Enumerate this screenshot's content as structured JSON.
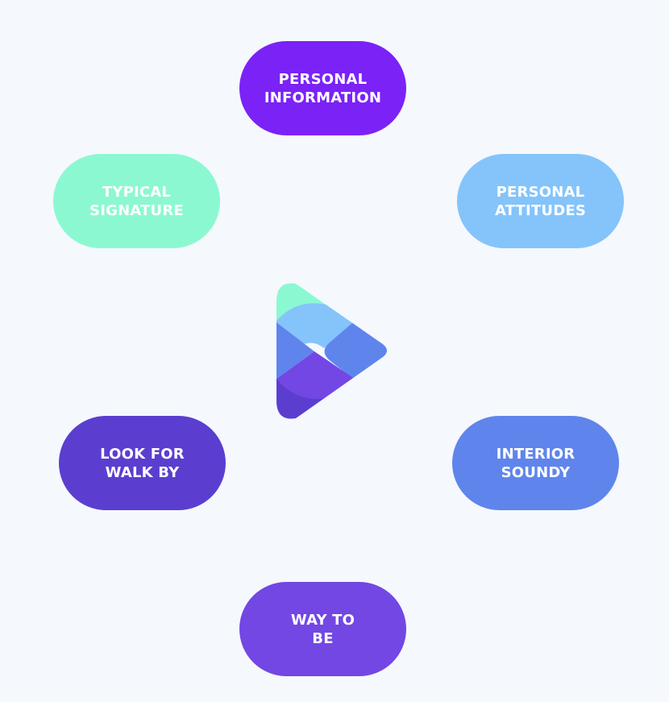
{
  "nodes": {
    "top": {
      "label": "PERSONAL\nINFORMATION",
      "color": "#7b22f7"
    },
    "tl": {
      "label": "TYPICAL\nSIGNATURE",
      "color": "#8cf8d1"
    },
    "tr": {
      "label": "PERSONAL\nATTITUDES",
      "color": "#84c4fb"
    },
    "bl": {
      "label": "LOOK FOR\nWALK BY",
      "color": "#5b3ed0"
    },
    "br": {
      "label": "INTERIOR\nSOUNDY",
      "color": "#5f85ec"
    },
    "bottom": {
      "label": "WAY TO\nBE",
      "color": "#7247e3"
    }
  },
  "logo": {
    "colors": {
      "mint": "#8cf8d1",
      "sky": "#84c4fb",
      "blue": "#5f85ec",
      "violet": "#7247e3",
      "indigo": "#5b3ed0"
    }
  }
}
